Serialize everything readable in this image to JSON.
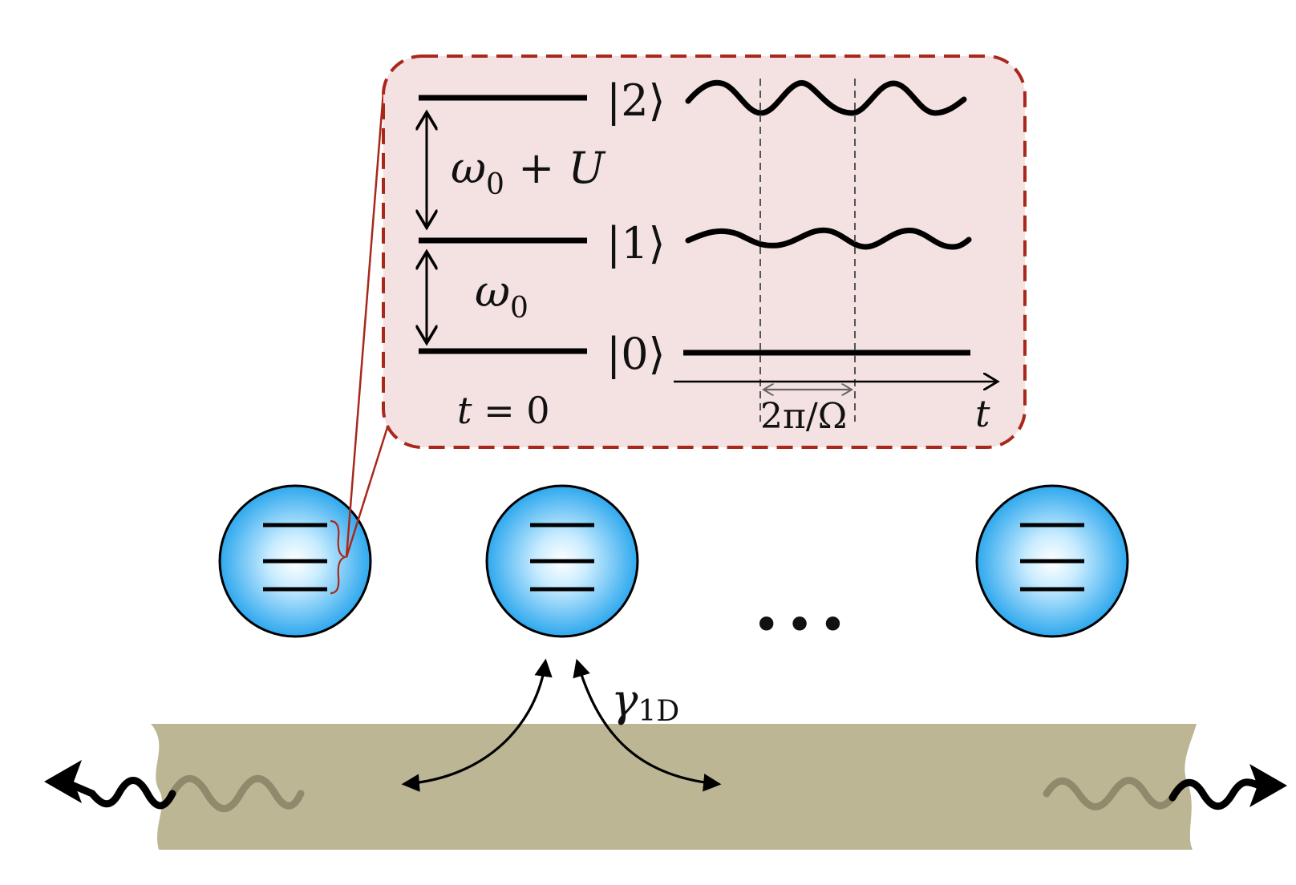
{
  "inset": {
    "levels": [
      {
        "state": "2",
        "ket": "|2⟩"
      },
      {
        "state": "1",
        "ket": "|1⟩"
      },
      {
        "state": "0",
        "ket": "|0⟩"
      }
    ],
    "gap_upper": {
      "omega": "ω",
      "sub": "0",
      "rest": " + ",
      "u": "U"
    },
    "gap_lower": {
      "omega": "ω",
      "sub": "0"
    },
    "time_label": {
      "t": "t",
      "rest": " = 0"
    },
    "period_label": {
      "num": "2π/Ω"
    },
    "axis_label": "t"
  },
  "chain": {
    "atoms_count": 3,
    "ellipsis": "•••"
  },
  "coupling": {
    "gamma": "γ",
    "sub": "1D"
  },
  "colors": {
    "inset_fill": "#f4e1e1",
    "inset_border": "#a8281c",
    "atom_edge": "#2ea8ee",
    "atom_center": "#ffffff",
    "waveguide": "#bcb694",
    "wave_faded": "#8f8a6c",
    "ink": "#000000"
  }
}
